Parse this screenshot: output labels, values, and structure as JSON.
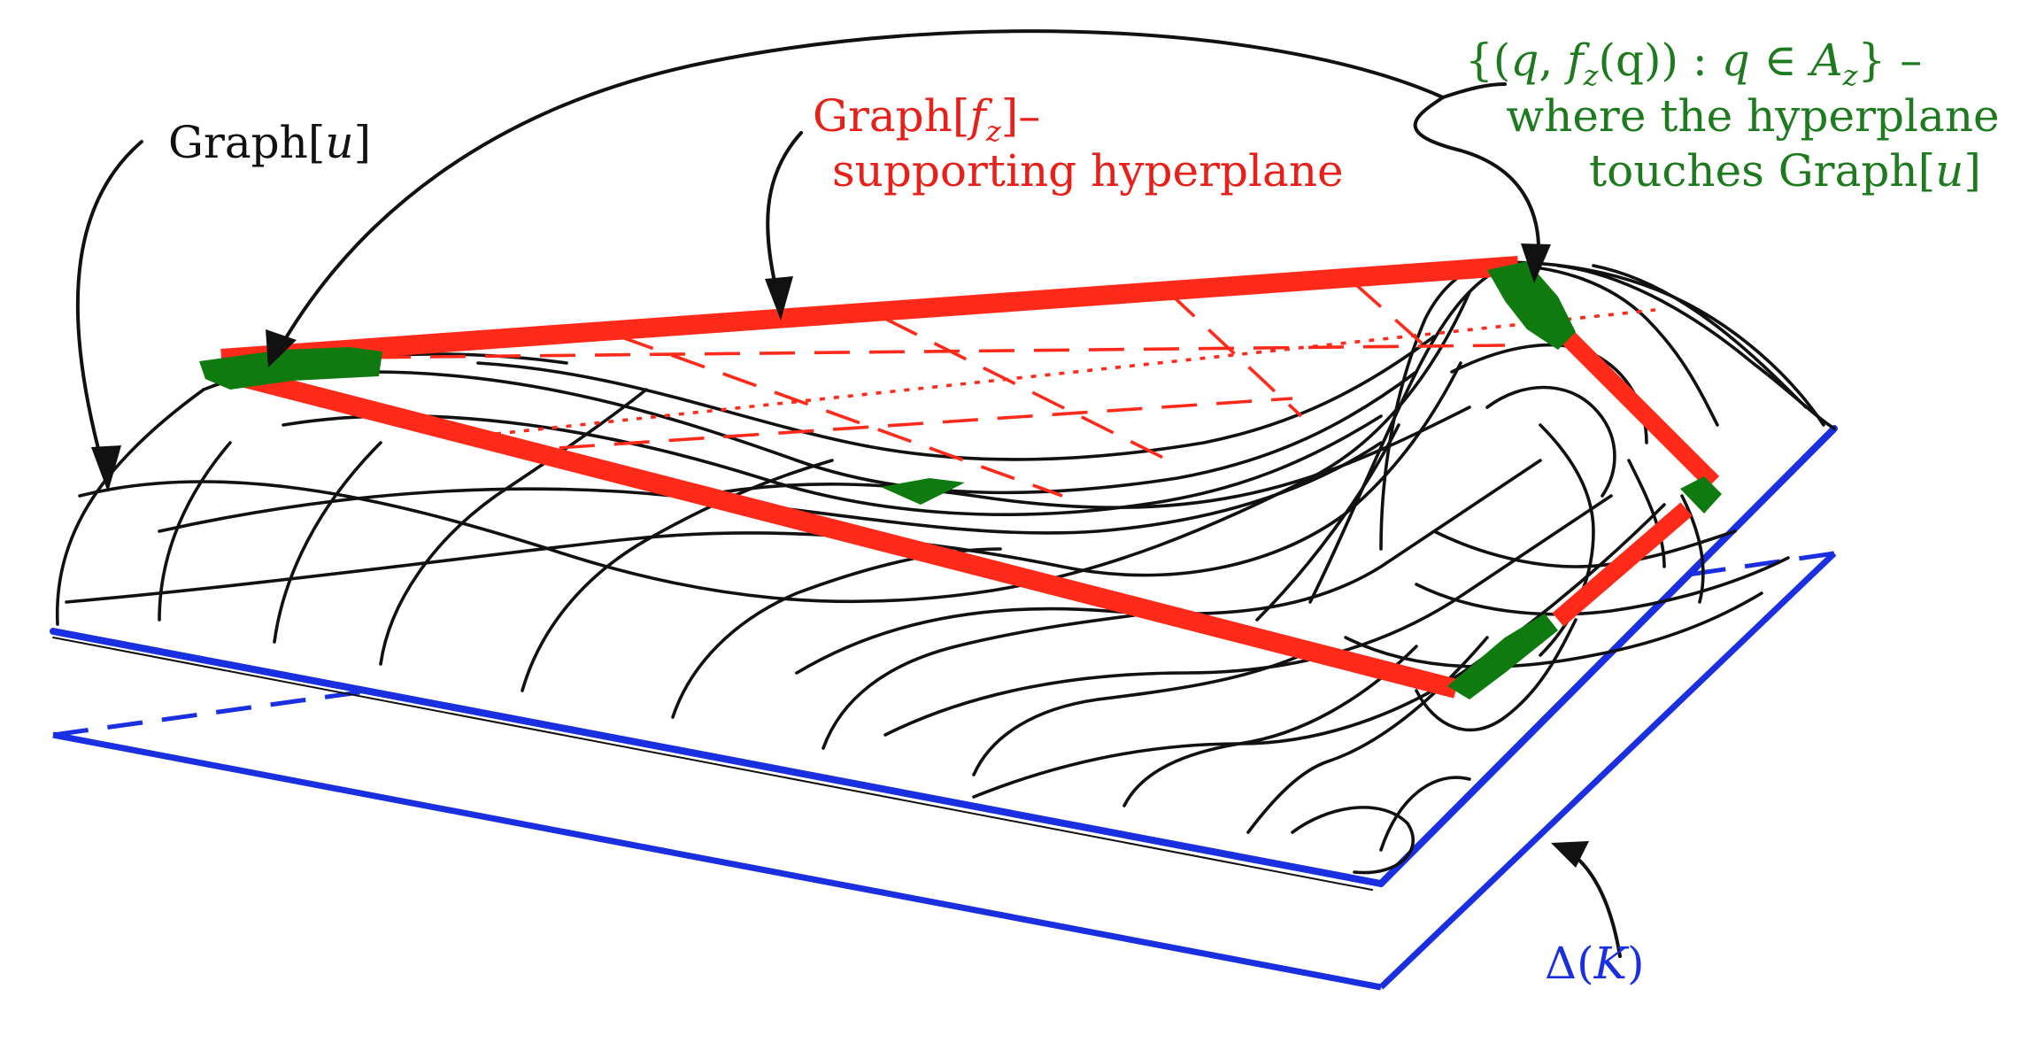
{
  "labels": {
    "graph_u": {
      "prefix": "Graph[",
      "var": "u",
      "suffix": "]"
    },
    "graph_fz": {
      "prefix": "Graph[",
      "var": "f",
      "sub": "z",
      "suffix": "]–"
    },
    "supporting": "supporting hyperplane",
    "contact_set": {
      "open": "{(",
      "q": "q",
      "comma": ", ",
      "f": "f",
      "z": "z",
      "args": "(q)) :  ",
      "q2": "q",
      "in": " ∈ ",
      "A": "A",
      "Az": "z",
      "close": "} –"
    },
    "where": "where the hyperplane",
    "touches": {
      "prefix": "touches Graph[",
      "var": "u",
      "suffix": "]"
    },
    "delta": {
      "prefix": "Δ(",
      "var": "K",
      "suffix": ")"
    }
  },
  "colors": {
    "surface": "#111111",
    "hyperplane": "#ff2a1a",
    "contact": "#0f7a0f",
    "domain": "#1a2fe0",
    "label_green": "#1e7a1e",
    "label_red": "#e8201a",
    "label_blue": "#1a2fe0"
  }
}
